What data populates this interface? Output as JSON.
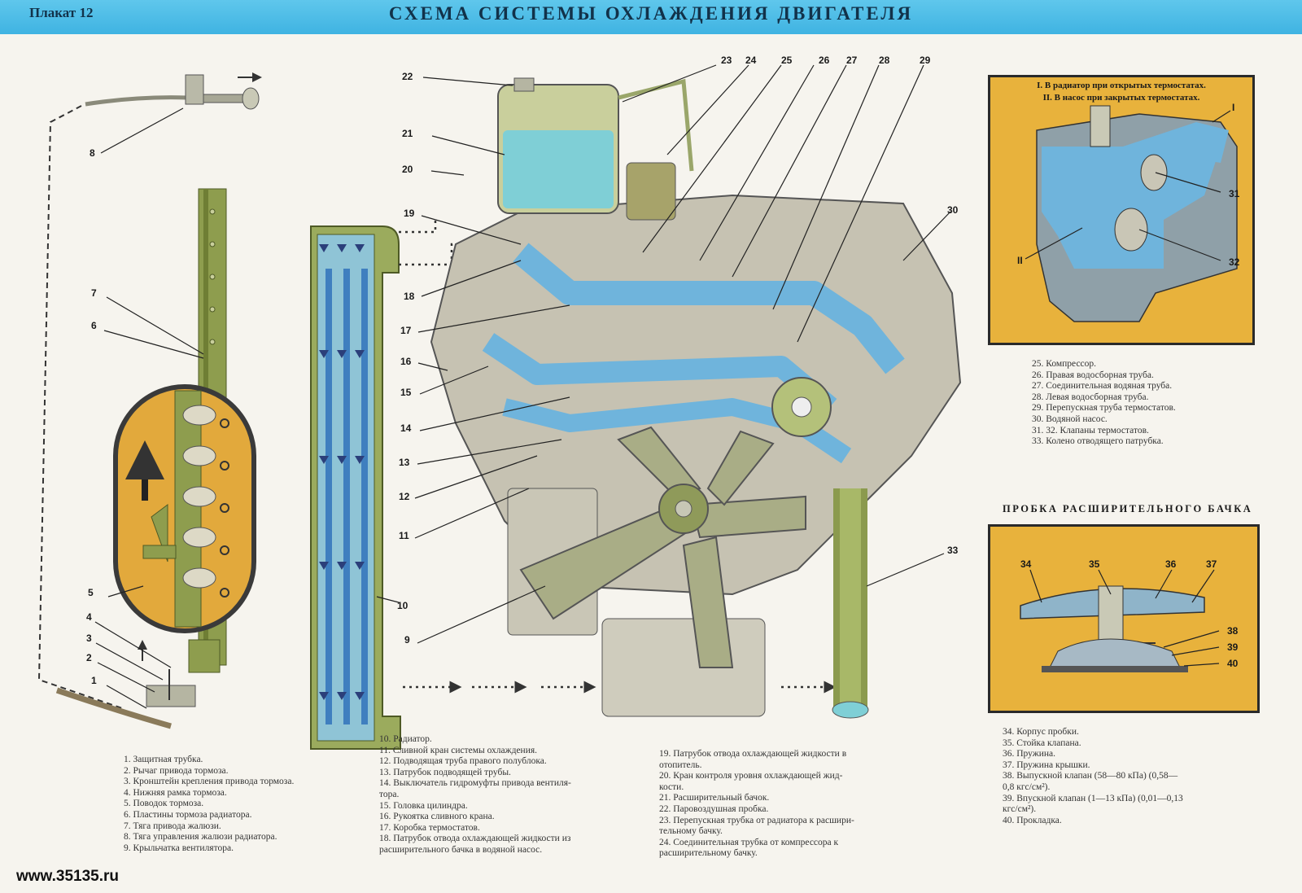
{
  "header": {
    "plakat": "Плакат 12",
    "title": "СХЕМА СИСТЕМЫ ОХЛАЖДЕНИЯ ДВИГАТЕЛЯ"
  },
  "callouts": [
    "1",
    "2",
    "3",
    "4",
    "5",
    "6",
    "7",
    "8",
    "9",
    "10",
    "11",
    "12",
    "13",
    "14",
    "15",
    "16",
    "17",
    "18",
    "19",
    "20",
    "21",
    "22",
    "23",
    "24",
    "25",
    "26",
    "27",
    "28",
    "29",
    "30",
    "31",
    "32",
    "33",
    "34",
    "35",
    "36",
    "37",
    "38",
    "39",
    "40",
    "I",
    "II"
  ],
  "legend_1": [
    "1. Защитная трубка.",
    "2. Рычаг привода тормоза.",
    "3. Кронштейн крепления привода тормоза.",
    "4. Нижняя рамка тормоза.",
    "5. Поводок тормоза.",
    "6. Пластины тормоза радиатора.",
    "7. Тяга привода жалюзи.",
    "8. Тяга управления жалюзи радиатора.",
    "9. Крыльчатка вентилятора."
  ],
  "legend_2": [
    "10. Радиатор.",
    "11. Сливной кран системы охлаждения.",
    "12. Подводящая труба правого полублока.",
    "13. Патрубок подводящей трубы.",
    "14. Выключатель гидромуфты привода вентиля-",
    "тора.",
    "15. Головка цилиндра.",
    "16. Рукоятка сливного крана.",
    "17. Коробка термостатов.",
    "18. Патрубок отвода охлаждающей жидкости из",
    "расширительного бачка в водяной насос."
  ],
  "legend_3": [
    "19. Патрубок отвода охлаждающей жидкости в",
    "отопитель.",
    "20. Кран контроля уровня охлаждающей жид-",
    "кости.",
    "21. Расширительный бачок.",
    "22. Паровоздушная пробка.",
    "23. Перепускная трубка от радиатора к расшири-",
    "тельному бачку.",
    "24. Соединительная трубка от компрессора к",
    "расширительному бачку."
  ],
  "legend_4": [
    "25. Компрессор.",
    "26. Правая водосборная труба.",
    "27. Соединительная водяная труба.",
    "28. Левая водосборная труба.",
    "29. Перепускная труба термостатов.",
    "30. Водяной насос.",
    "31. 32. Клапаны термостатов.",
    "33. Колено отводящего патрубка."
  ],
  "legend_5": [
    "34. Корпус пробки.",
    "35. Стойка клапана.",
    "36. Пружина.",
    "37. Пружина крышки.",
    "38. Выпускной клапан (58—80 кПа) (0,58—",
    "0,8 кгс/см²).",
    "39. Впускной клапан (1—13 кПа) (0,01—0,13",
    "кгс/см²).",
    "40. Прокладка."
  ],
  "thermostat_inset": {
    "line_1": "I. В радиатор при открытых термостатах.",
    "line_2": "II. В насос при закрытых термостатах."
  },
  "cap_inset_title": "ПРОБКА РАСШИРИТЕЛЬНОГО БАЧКА",
  "watermark": "www.35135.ru",
  "colors": {
    "header": "#3fb3e2",
    "inset_background": "#e8b23c",
    "coolant_blue": "#6fb4dc",
    "metal_green": "#9aa66a"
  }
}
